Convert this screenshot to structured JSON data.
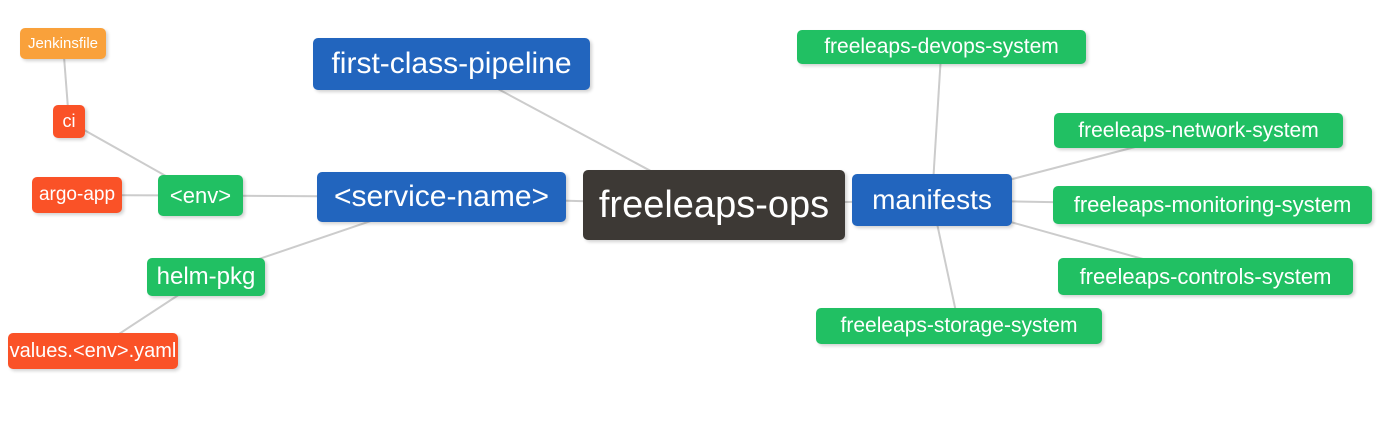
{
  "diagram": {
    "colors": {
      "blue": "#2265BE",
      "green": "#21C063",
      "red": "#FA5227",
      "orange": "#F9A13B",
      "dark": "#3D3935",
      "edge": "#CCCCCC",
      "background": "#FFFFFF",
      "text": "#FFFFFF"
    },
    "nodes": {
      "jenkinsfile": {
        "label": "Jenkinsfile"
      },
      "ci": {
        "label": "ci"
      },
      "argo-app": {
        "label": "argo-app"
      },
      "env": {
        "label": "<env>"
      },
      "helm-pkg": {
        "label": "helm-pkg"
      },
      "values-env-yaml": {
        "label": "values.<env>.yaml"
      },
      "first-class-pipeline": {
        "label": "first-class-pipeline"
      },
      "service-name": {
        "label": "<service-name>"
      },
      "freeleaps-ops": {
        "label": "freeleaps-ops"
      },
      "manifests": {
        "label": "manifests"
      },
      "devops-system": {
        "label": "freeleaps-devops-system"
      },
      "network-system": {
        "label": "freeleaps-network-system"
      },
      "monitoring-system": {
        "label": "freeleaps-monitoring-system"
      },
      "controls-system": {
        "label": "freeleaps-controls-system"
      },
      "storage-system": {
        "label": "freeleaps-storage-system"
      }
    },
    "edges": [
      {
        "from": "jenkinsfile",
        "to": "ci"
      },
      {
        "from": "ci",
        "to": "env"
      },
      {
        "from": "argo-app",
        "to": "env"
      },
      {
        "from": "env",
        "to": "service-name"
      },
      {
        "from": "helm-pkg",
        "to": "service-name"
      },
      {
        "from": "values-env-yaml",
        "to": "helm-pkg"
      },
      {
        "from": "first-class-pipeline",
        "to": "freeleaps-ops"
      },
      {
        "from": "service-name",
        "to": "freeleaps-ops"
      },
      {
        "from": "freeleaps-ops",
        "to": "manifests"
      },
      {
        "from": "manifests",
        "to": "devops-system"
      },
      {
        "from": "manifests",
        "to": "network-system"
      },
      {
        "from": "manifests",
        "to": "monitoring-system"
      },
      {
        "from": "manifests",
        "to": "controls-system"
      },
      {
        "from": "manifests",
        "to": "storage-system"
      }
    ]
  }
}
